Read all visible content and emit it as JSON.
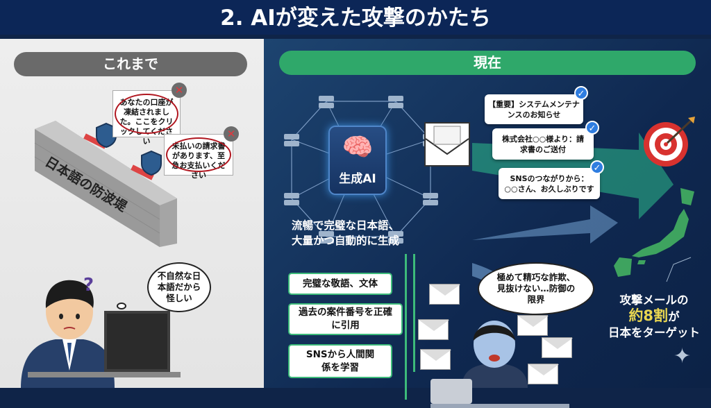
{
  "header": {
    "title": "2. AIが変えた攻撃のかたち"
  },
  "left": {
    "label": "これまで",
    "wall_text": "日本語の防波堤",
    "popups": [
      {
        "text": "あなたの口座が凍結されました。ここをクリックしてください"
      },
      {
        "text": "未払いの請求書があります、至急お支払いください"
      }
    ],
    "thought": "不自然な日本語だから怪しい"
  },
  "right": {
    "label": "現在",
    "ai_label": "生成AI",
    "caption_line1": "流暢で完璧な日本語、",
    "caption_line2": "大量かつ自動的に生成",
    "features": [
      "完璧な敬語、文体",
      "過去の案件番号を正確に引用",
      "SNSから人間関係を学習"
    ],
    "messages": [
      "【重要】システムメンテナンスのお知らせ",
      "株式会社○○様より：請求書のご送付",
      "SNSのつながりから：○○さん、お久しぶりです"
    ],
    "thought": "極めて精巧な詐欺、見抜けない…防御の限界",
    "stat_line1": "攻撃メールの",
    "stat_highlight": "約8割",
    "stat_suffix": "が",
    "stat_line3": "日本をターゲット",
    "colors": {
      "accent_green": "#2fa86a",
      "highlight_yellow": "#e9d650",
      "navy": "#0c2657"
    }
  }
}
